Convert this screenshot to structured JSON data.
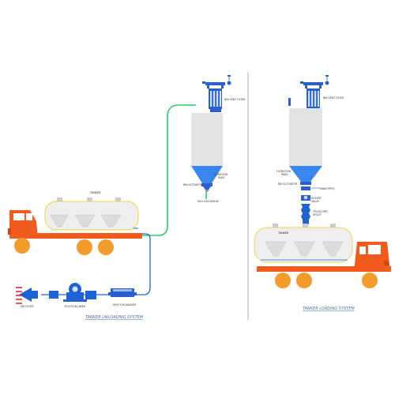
{
  "colors": {
    "truck": "#f25a1e",
    "wheel": "#f39c2a",
    "tank_outline": "#e8d84a",
    "pipe_blue": "#1e63d6",
    "pipe_green": "#2ad070",
    "silo": "#e3e3e3",
    "cone_blue": "#3a86f0",
    "equipment": "#2a5fd0",
    "divider": "#7e9fcc"
  },
  "left_system": {
    "tanker_label": "TANKER",
    "bin_activator": "BIN ACTIVATOR",
    "silo_discharge": "SILO DISCHARGE",
    "filtration_pads": [
      "FILTRATION",
      "PADS"
    ],
    "bin_vent_filter": "BIN VENT FILTER",
    "air_filter": "AIR FILTER",
    "roots_blower": "ROOTS BLOWER",
    "heat_exchanger": "HEAT EXCHANGER",
    "caption": "TANKER UNLOADING SYSTEM"
  },
  "right_system": {
    "tanker_label": "TANKER",
    "bin_vent_filter": "BIN VENT FILTER",
    "filtration_pads": [
      "FILTRATION",
      "PADS"
    ],
    "bin_activator": "BIN ACTIVATOR",
    "sluice_gate": "MAN(OPPO)",
    "rotary_valve": [
      "ROTARY",
      "VALVE"
    ],
    "telescopic_spout": [
      "TELESCOPIC",
      "SPOUT"
    ],
    "caption": "TANKER LOADING SYSTEM"
  }
}
